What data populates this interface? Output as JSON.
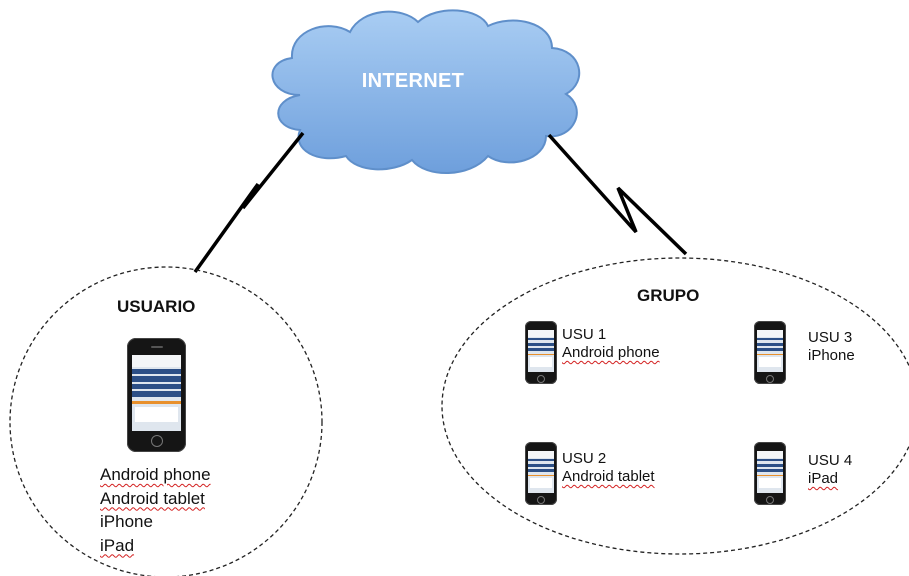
{
  "cloud": {
    "label": "INTERNET"
  },
  "usuario": {
    "title": "USUARIO",
    "devices": [
      "Android phone",
      "Android tablet",
      "iPhone",
      "iPad"
    ]
  },
  "grupo": {
    "title": "GRUPO",
    "users": [
      {
        "name": "USU 1",
        "device": "Android phone"
      },
      {
        "name": "USU 2",
        "device": "Android tablet"
      },
      {
        "name": "USU 3",
        "device": "iPhone"
      },
      {
        "name": "USU 4",
        "device": "iPad"
      }
    ]
  },
  "colors": {
    "cloud_fill": "#8fb8e6",
    "cloud_stroke": "#5f8fca",
    "line": "#000000"
  }
}
